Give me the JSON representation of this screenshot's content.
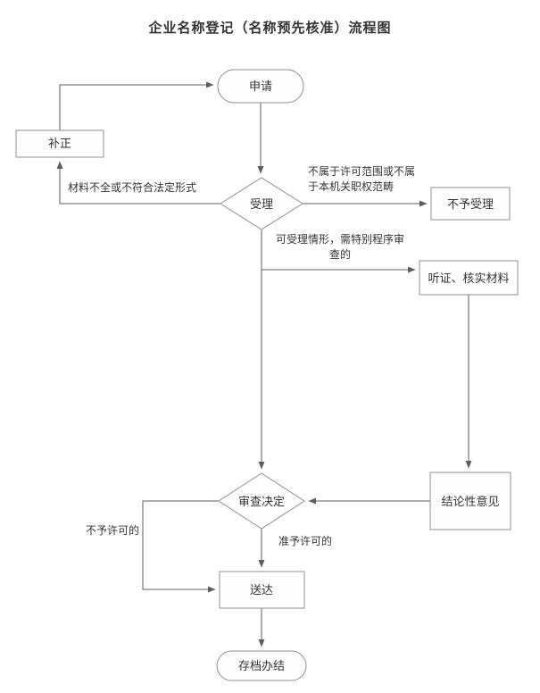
{
  "title": "企业名称登记（名称预先核准）流程图",
  "nodes": {
    "apply": {
      "label": "申请"
    },
    "correction": {
      "label": "补正"
    },
    "acceptance": {
      "label": "受理"
    },
    "reject": {
      "label": "不予受理"
    },
    "hearing": {
      "label": "听证、核实材料"
    },
    "review": {
      "label": "审查决定"
    },
    "conclusion": {
      "label": "结论性意见"
    },
    "delivery": {
      "label": "送达"
    },
    "archive": {
      "label": "存档办结"
    }
  },
  "edge_labels": {
    "incomplete": "材料不全或不符合法定形式",
    "out_of_scope_line1": "不属于许可范围或不属",
    "out_of_scope_line2": "于本机关职权范畴",
    "special_review_line1": "可受理情形，需特别程序审",
    "special_review_line2": "查的",
    "not_permitted": "不予许可的",
    "permitted": "准予许可的"
  },
  "colors": {
    "background": "#ffffff",
    "border": "#8f8f8f",
    "line": "#5e5e5e",
    "text": "#333333"
  }
}
